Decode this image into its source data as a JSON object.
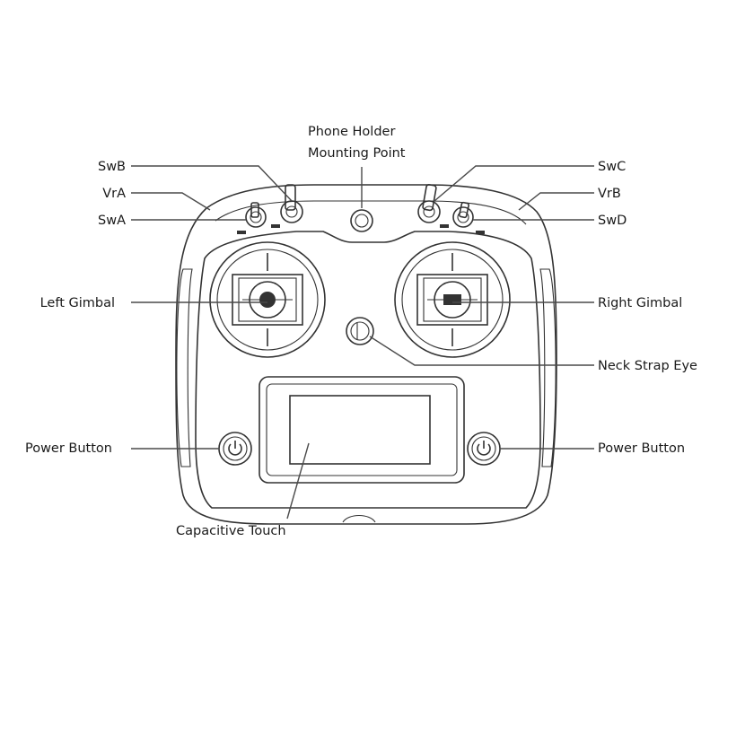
{
  "labels": {
    "phone_holder_line1": "Phone Holder",
    "phone_holder_line2": "Mounting Point",
    "swb": "SwB",
    "vra": "VrA",
    "swa": "SwA",
    "swc": "SwC",
    "vrb": "VrB",
    "swd": "SwD",
    "left_gimbal": "Left Gimbal",
    "right_gimbal": "Right Gimbal",
    "neck_strap_eye": "Neck Strap Eye",
    "power_button_left": "Power Button",
    "power_button_right": "Power Button",
    "capacitive_touch": "Capacitive Touch"
  },
  "colors": {
    "line": "#333333",
    "text": "#1a1a1a",
    "background": "#ffffff"
  }
}
